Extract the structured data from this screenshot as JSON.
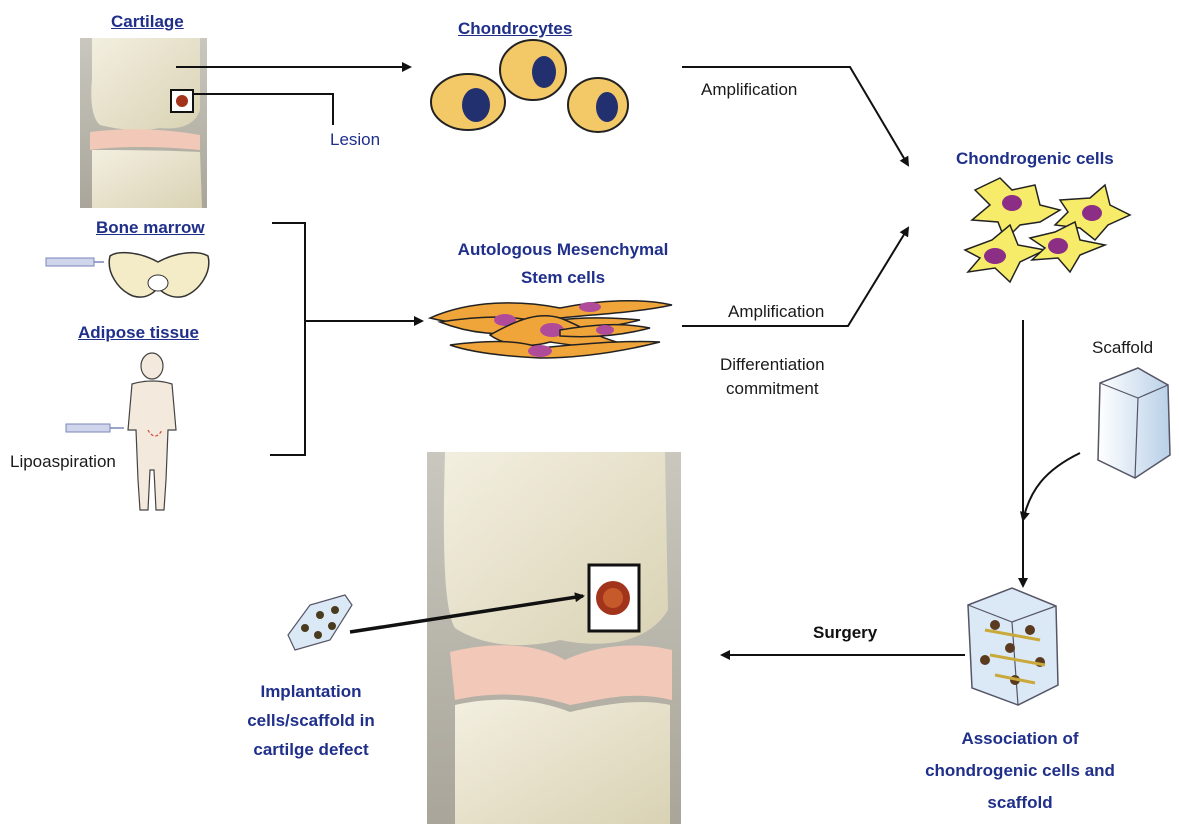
{
  "labels": {
    "cartilage": "Cartilage",
    "chondrocytes": "Chondrocytes",
    "lesion": "Lesion",
    "amplification_top": "Amplification",
    "chondrogenic_cells": "Chondrogenic cells",
    "bone_marrow": "Bone marrow",
    "msc_line1": "Autologous Mesenchymal",
    "msc_line2": "Stem cells",
    "amplification_mid": "Amplification",
    "differentiation_line1": "Differentiation",
    "differentiation_line2": "commitment",
    "adipose_tissue": "Adipose tissue",
    "lipoaspiration": "Lipoaspiration",
    "scaffold": "Scaffold",
    "surgery": "Surgery",
    "implant_line1": "Implantation",
    "implant_line2": "cells/scaffold in",
    "implant_line3": "cartilge defect",
    "assoc_line1": "Association of",
    "assoc_line2": "chondrogenic cells and",
    "assoc_line3": "scaffold"
  },
  "colors": {
    "heading": "#1f2f8a",
    "arrow": "#111111",
    "bone": "#e9e4cc",
    "cartilage_pink": "#f2c9b8",
    "chondrocyte_fill": "#f3c866",
    "nucleus": "#23306f",
    "msc_fill": "#f0a53a",
    "msc_nucleus": "#b04b9a",
    "chondrogenic_fill": "#f7ec6a",
    "chondrogenic_nucleus": "#8c2d86",
    "scaffold_fill": "#d7e6f4"
  },
  "icons": [
    "knee-photo-icon",
    "pelvis-icon",
    "human-figure-icon",
    "syringe-icon",
    "scaffold-prism-icon"
  ]
}
